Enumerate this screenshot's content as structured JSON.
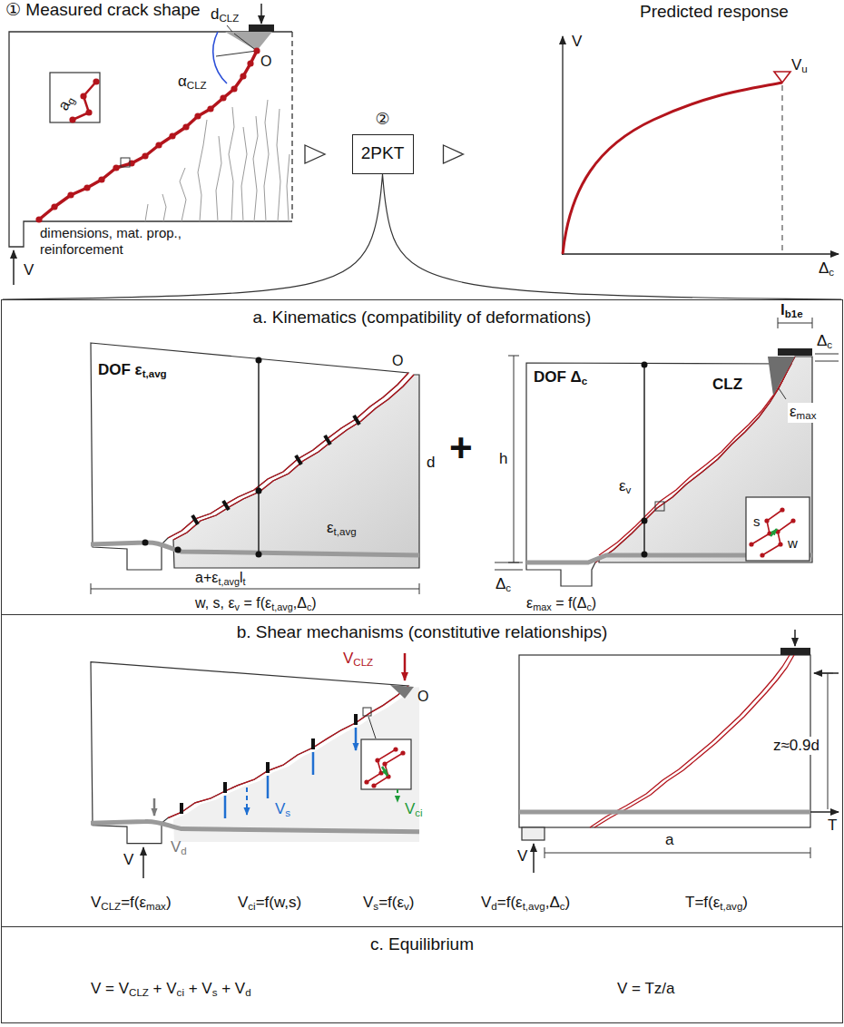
{
  "diagram": {
    "nodes": [
      {
        "text": [
          "① Measured crack shape",
          "dimensions, mat. prop., reinforcement"
        ]
      },
      {
        "text": [
          "②",
          "2PKT"
        ]
      },
      {
        "text": [
          "Predicted response"
        ]
      },
      {
        "text": [
          "a. Kinematics (compatibility of deformations)"
        ]
      },
      {
        "text": [
          "b. Shear mechanisms (constitutive relationships)"
        ]
      },
      {
        "text": [
          "c. Equilibrium"
        ]
      }
    ],
    "edges": [
      {
        "from": 0,
        "to": 1,
        "arrow": "to"
      },
      {
        "from": 1,
        "to": 2,
        "arrow": "to"
      },
      {
        "from": 1,
        "to": 3,
        "arrow": "none"
      }
    ],
    "labels": [
      "d",
      "CLZ",
      "O",
      "α",
      "CLZ",
      "a",
      "g",
      "V",
      "V",
      "V",
      "u",
      "Δ",
      "c",
      "DOF ε",
      "t,avg",
      "d",
      "ε",
      "t,avg",
      "a+ε",
      "t,avg",
      "l",
      "t",
      "O",
      "+",
      "DOF Δ",
      "c",
      "h",
      "l",
      "b1e",
      "Δ",
      "c",
      "Δ",
      "c",
      "CLZ",
      "ε",
      "max",
      "ε",
      "v",
      "w",
      "s",
      "w, s, ε",
      "v",
      " = f(ε",
      "t,avg",
      ",Δ",
      "c",
      ")",
      "ε",
      "max",
      " = f(Δ",
      "c",
      ")",
      "V",
      "CLZ",
      "O",
      "V",
      "d",
      "V",
      "s",
      "V",
      "ci",
      "V",
      "z≈0.9d",
      "T",
      "a",
      "V",
      "V",
      "CLZ",
      "=f(ε",
      "max",
      ")",
      "V",
      "ci",
      "=f(w,s)",
      "V",
      "s",
      "=f(ε",
      "v",
      ")",
      "V",
      "d",
      "=f(ε",
      "t,avg",
      ",Δ",
      "c",
      ")",
      "T=f(ε",
      "t,avg",
      ")",
      "V = V",
      "CLZ",
      " + V",
      "ci",
      " + V",
      "s",
      " + V",
      "d",
      "V = Tz/a"
    ]
  }
}
